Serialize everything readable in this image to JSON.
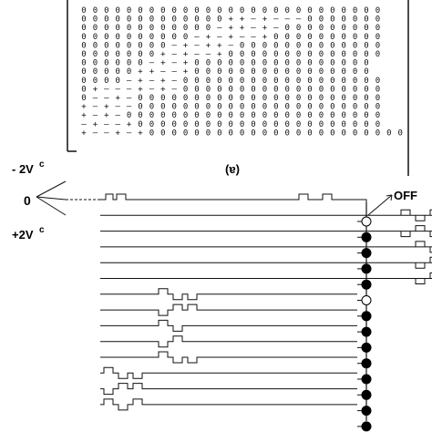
{
  "panel_label": "(a)",
  "labels": {
    "minus": "- 2V",
    "zero": "0",
    "plus": "+2V",
    "superscript": "c",
    "off": "OFF"
  },
  "matrix_rows": [
    "000000000000000000000000000",
    "0000000000000++-+---0000000",
    "000000000000-++-+-000000000",
    "0000000000-+-+--+0000000000",
    "00000000-+-++-0000000000000",
    "0000000+-+--+00000000000000",
    "000000-+-+0000000000000000",
    "00000++--+0000000000000000",
    "0000-+-+-000000000000000000",
    "0+---+-+-000000000000000000",
    "0--+-0000000000000000000000",
    "+-+--0000000000000000000000",
    "+-+-00000000000000000000000",
    "-+--+0000000000000000000000",
    "+--+-+00000000000000000000000"
  ],
  "row_states": [
    "off",
    "on",
    "on",
    "on",
    "on",
    "off",
    "on",
    "on",
    "on",
    "on",
    "on",
    "on",
    "on",
    "on"
  ],
  "pulse_groups": [
    [
      [
        1,
        0
      ],
      [
        2,
        0
      ]
    ],
    [
      [
        2,
        0
      ],
      [
        3,
        1
      ],
      [
        4,
        0
      ]
    ],
    [
      [
        2,
        1
      ],
      [
        3,
        0
      ],
      [
        4,
        1
      ]
    ],
    [
      [
        3,
        0
      ],
      [
        4,
        1
      ]
    ],
    [
      [
        3,
        1
      ],
      [
        4,
        0
      ]
    ],
    [
      [
        3,
        1
      ],
      [
        4,
        0
      ]
    ],
    [
      [
        0,
        0
      ],
      [
        1,
        1
      ],
      [
        2,
        1
      ]
    ],
    [
      [
        0,
        1
      ],
      [
        1,
        0
      ],
      [
        2,
        0
      ]
    ],
    [
      [
        0,
        0
      ],
      [
        1,
        1
      ]
    ],
    [
      [
        0,
        1
      ],
      [
        1,
        0
      ]
    ],
    [
      [
        0,
        0
      ],
      [
        1,
        1
      ],
      [
        2,
        1
      ]
    ],
    [
      [
        -1,
        0
      ],
      [
        0,
        1
      ],
      [
        1,
        1
      ]
    ],
    [
      [
        -1,
        1
      ],
      [
        0,
        0
      ],
      [
        1,
        0
      ]
    ],
    [
      [
        -1,
        0
      ],
      [
        0,
        1
      ],
      [
        1,
        0
      ]
    ]
  ],
  "pulse_anchor_rows": [
    9,
    5,
    5,
    5,
    5,
    5,
    3,
    3,
    3,
    3,
    3,
    1,
    1,
    1
  ]
}
